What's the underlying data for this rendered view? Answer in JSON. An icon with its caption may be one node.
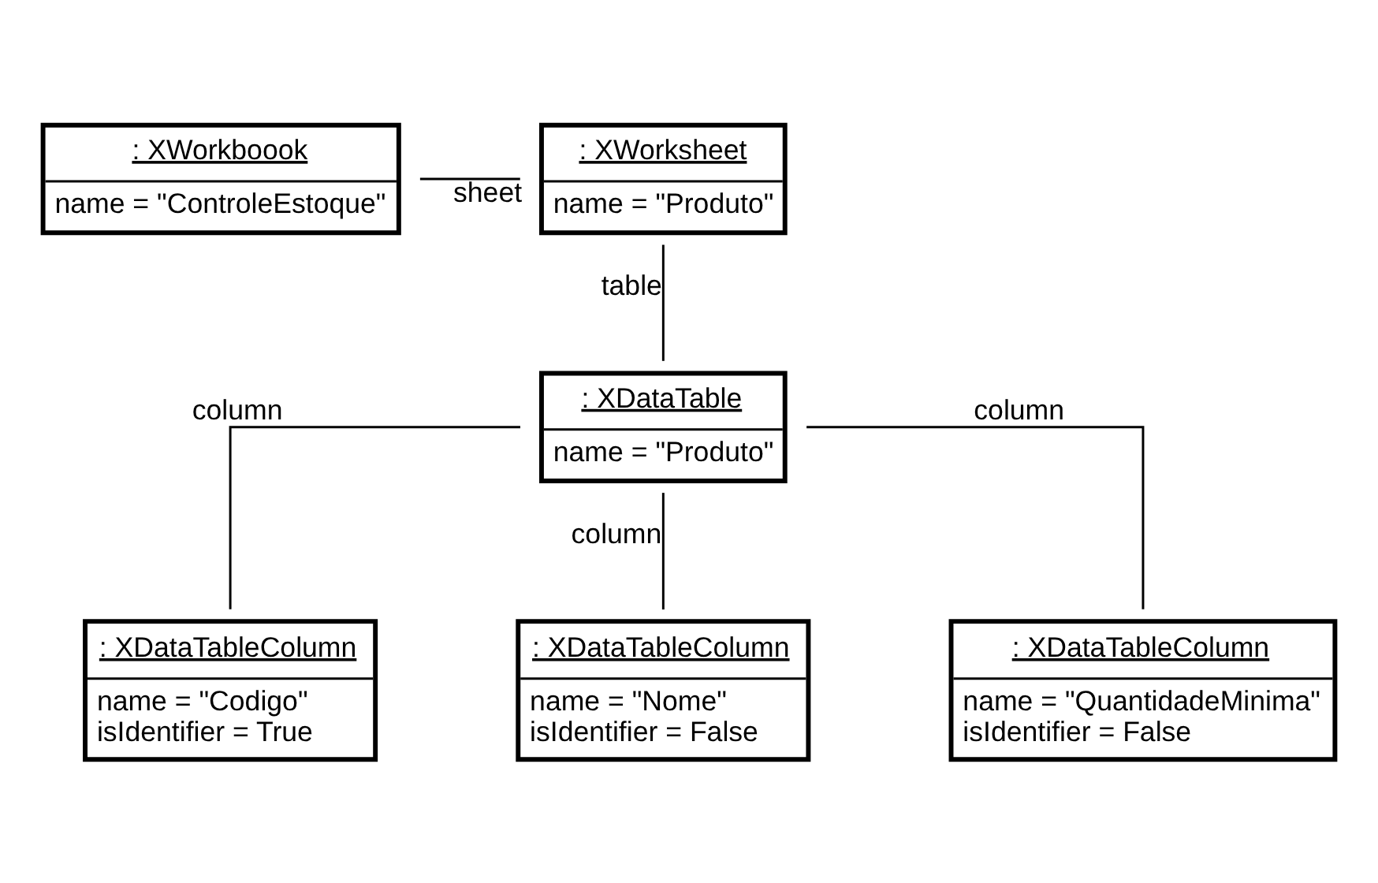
{
  "diagram": {
    "nodes": [
      {
        "text": [
          ": XWorkboook",
          "name = \"ControleEstoque\""
        ]
      },
      {
        "text": [
          ": XWorksheet",
          "name = \"Produto\""
        ]
      },
      {
        "text": [
          ": XDataTable",
          "name = \"Produto\""
        ]
      },
      {
        "text": [
          ": XDataTableColumn",
          "name = \"Codigo\"",
          "isIdentifier = True"
        ]
      },
      {
        "text": [
          ": XDataTableColumn",
          "name = \"Nome\"",
          "isIdentifier = False"
        ]
      },
      {
        "text": [
          ": XDataTableColumn",
          "name = \"QuantidadeMinima\"",
          "isIdentifier = False"
        ]
      }
    ],
    "edges": [
      {
        "from": 0,
        "to": 1,
        "arrow": "none",
        "label": "sheet"
      },
      {
        "from": 1,
        "to": 2,
        "arrow": "none",
        "label": "table"
      },
      {
        "from": 2,
        "to": 3,
        "arrow": "none",
        "label": "column"
      },
      {
        "from": 2,
        "to": 4,
        "arrow": "none",
        "label": "column"
      },
      {
        "from": 2,
        "to": 5,
        "arrow": "none",
        "label": "column"
      }
    ]
  }
}
